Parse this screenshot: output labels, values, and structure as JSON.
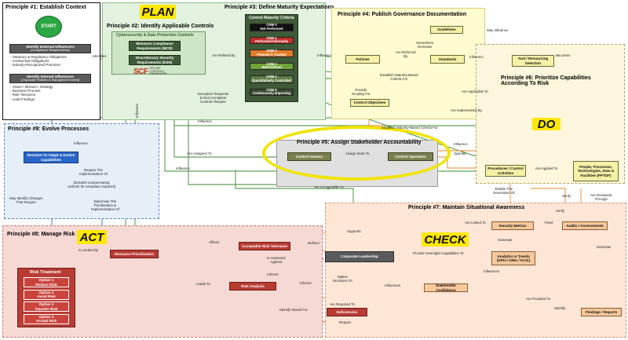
{
  "colors": {
    "plan_fill": "#e3f1df",
    "check_fill": "#fde6d6",
    "act_fill": "#f6d9d4",
    "do_fill": "#fbf6dc",
    "p4_fill": "#fdfbd0",
    "p9_fill": "#e6eef8",
    "p5_fill": "#e0e0e0",
    "highlight": "#f1e300",
    "banner": "#ffe800"
  },
  "p1": {
    "title": "Principle #1: Establish Context",
    "start": "START",
    "ext_title": "Identify External Influencers",
    "ext_sub": "[Compliance Requirements]",
    "ext_items": "- Statutory & Regulatory Obligations\n- Contractual Obligations\n- Industry-Recognized Practices",
    "int_title": "Identify Internal Influencers",
    "int_sub": "[Corporate Policies & Management Intent]",
    "int_items": "- Vision / Mission / Strategy\n- Business Process\n- Risk Tolerance\n- Audit Findings"
  },
  "banners": {
    "plan": "PLAN",
    "do": "DO",
    "act": "ACT",
    "check": "CHECK"
  },
  "p2": {
    "title": "Principle #2: Identify Applicable Controls",
    "inner_title": "Cybersecurity & Data Protection Controls",
    "mcr": "Minimum Compliance Requirements (MCR)",
    "dsr": "Discretionary Security Requirements (DSR)",
    "scf_letters": "SCF",
    "scf_text": "SECURE\nCONTROLS\nFRAMEWORK"
  },
  "p3": {
    "title": "Principle #3: Define Maturity Expectations",
    "panel_title": "Control Maturity Criteria",
    "cmm": [
      {
        "label": "CMM 0\nNot Performed",
        "color": "#111111"
      },
      {
        "label": "CMM 1\nPerformed Informally",
        "color": "#c0302a"
      },
      {
        "label": "CMM 2\nPlanned & Tracked",
        "color": "#e07b28"
      },
      {
        "label": "CMM 3\nWell-Defined",
        "color": "#70a338"
      },
      {
        "label": "CMM 4\nQuantitatively Controlled",
        "color": "#5f7f48"
      },
      {
        "label": "CMM 5\nContinuously Improving",
        "color": "#3c4a30"
      }
    ]
  },
  "p4": {
    "title": "Principle #4: Publish Governance Documentation",
    "guidelines": "Guidelines",
    "policies": "Policies",
    "standards": "Standards",
    "control_objectives": "Control Objectives"
  },
  "p5": {
    "title": "Principle #5: Assign Stakeholder Accountability",
    "control_owners": "Control Owners",
    "control_operators": "Control Operators",
    "assign_work": "Assign Work To"
  },
  "p6": {
    "title": "Principle #6: Prioritize Capabilities According To Risk",
    "tool": "Tool / Resourcing Selection",
    "procedures": "Procedures / Control Activities",
    "pptdf": "People, Processes, Technologies, Data & Facilities (PPTDF)"
  },
  "p7": {
    "title": "Principle #7: Maintain Situational Awareness",
    "security_metrics": "Security Metrics",
    "audits": "Audits / Assessments",
    "analytics": "Analytics & Trends [KPIs / KRIs / KCIs]",
    "stakeholder_confidence": "Stakeholder Confidence",
    "findings": "Findings / Reports",
    "corporate_leadership": "Corporate Leadership"
  },
  "p8": {
    "title": "Principle #8: Manage Risk",
    "risk_treatment": "Risk Treatment",
    "options": [
      "Option 1\nReduce Risk",
      "Option 2\nAvoid Risk",
      "Option 3\nTransfer Risk",
      "Option 4\nAccept Risk"
    ],
    "resource_prioritization": "Resource Prioritization",
    "acceptable_risk_tolerance": "Acceptable Risk Tolerance",
    "risk_analysis": "Risk Analysis",
    "deficiencies": "Deficiencies"
  },
  "p9": {
    "title": "Principle #9: Evolve Processes",
    "decision": "Decision To Adapt & Evolve Capabilities"
  },
  "labels": {
    "identifies": "Identifies",
    "influence_p9": "Influence",
    "are_refined_by": "Are Refined By",
    "influence_p3p4": "Influence",
    "are_enforced_by": "Are Enforced\nBy",
    "sometimes_generate": "Sometimes\nGenerate",
    "may_influence": "May Influence",
    "influence_p4p6": "Influence",
    "becomes": "Becomes",
    "establish_maturity": "Establish Maturity-Based\nCriteria For",
    "provide_scoping": "Provide\nScoping For",
    "are_applicable_to": "Are Applicable To",
    "are_implemented_by": "Are Implemented By",
    "exception_requests": "Exception Requests\n& Non-Compliant\nControls Require",
    "influence_p3down": "Influence",
    "influence_vert": "Influence",
    "establish_criteria_for": "Establish Maturity-Based Criteria For",
    "are_assigned_to": "Are Assigned To",
    "influence_p2p5": "Influence",
    "influence_right": "Influence",
    "operate": "Operate",
    "are_applied_to": "Are Applied To",
    "are_accountable_to": "Are Accountable To",
    "require_implementation": "Require The\nImplementation Of",
    "compensating": "[includes compensating\ncontrols for exception requests]",
    "determine_prioritization": "Determine The\nPrioritization &\nImplementation Of",
    "may_identify": "May Identify Changes\nThat Require",
    "enable_generation": "Enable The\nGeneration Of",
    "verify1": "Verify",
    "are_reviewed": "Are Reviewed\nThrough",
    "verify2": "Verify",
    "are_linked_to": "Are Linked To",
    "feed": "Feed",
    "generate1": "Generate",
    "generate2": "Generate",
    "supports": "Supports",
    "affects": "Affects",
    "is_limited_by": "Is Limited By",
    "defines": "Defines",
    "is_assessed_against": "Is Assessed\nAgainst",
    "provide_oversight": "Provide Oversight Capabilities To",
    "informs1": "Informs",
    "informs2": "Informs",
    "leads_to": "Leads To",
    "makes_decisions": "Makes\nDecisions To",
    "influences1": "Influences",
    "influences2": "Influences",
    "are_provided_to": "Are Provided To",
    "are_reported_to": "Are Reported To",
    "identify": "Identify",
    "identify_needs": "Identify Needs For",
    "require": "Require"
  }
}
